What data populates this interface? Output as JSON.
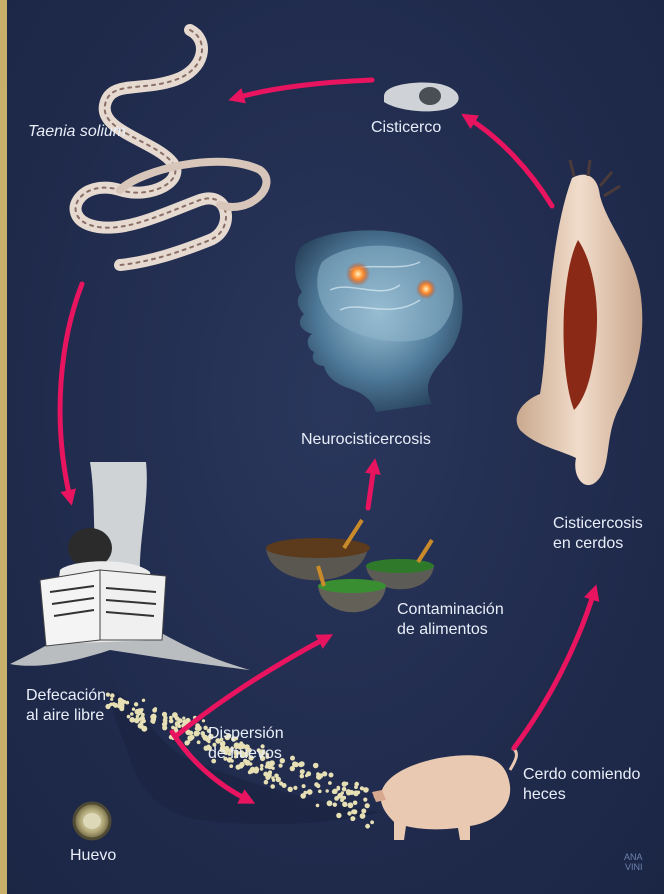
{
  "colors": {
    "background": "#212c4e",
    "arrow": "#e8145f",
    "label": "#e8eef8"
  },
  "labels": {
    "taenia": "Taenia solium",
    "cisticerco": "Cisticerco",
    "neuro": "Neurocisticercosis",
    "cisticercosis_cerdos": "Cisticercosis\nen cerdos",
    "contaminacion": "Contaminación\nde alimentos",
    "defecacion": "Defecación\nal aire libre",
    "dispersion": "Dispersión\nde huevos",
    "cerdo_comiendo": "Cerdo comiendo\nheces",
    "huevo": "Huevo",
    "signature": "ANA\nVINI"
  },
  "icons": [
    "tapeworm-illustration",
    "cysticercus-illustration",
    "head-brain-illustration",
    "pig-carcass-illustration",
    "person-reading-illustration",
    "food-bowls-illustration",
    "pig-illustration",
    "egg-illustration",
    "egg-scatter-illustration"
  ]
}
